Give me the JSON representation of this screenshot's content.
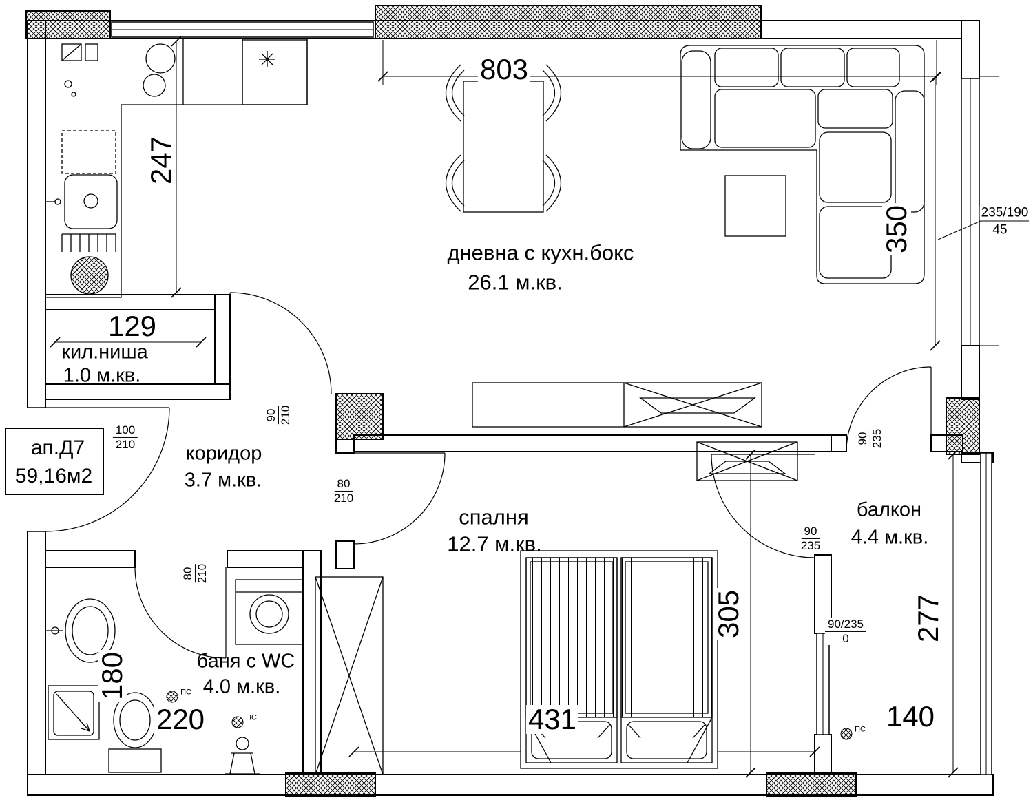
{
  "apartment": {
    "id": "ап.Д7",
    "area": "59,16м2"
  },
  "rooms": {
    "living": {
      "name": "дневна с кухн.бокс",
      "area": "26.1 м.кв."
    },
    "niche": {
      "name": "кил.ниша",
      "area": "1.0 м.кв."
    },
    "corridor": {
      "name": "коридор",
      "area": "3.7 м.кв."
    },
    "bedroom": {
      "name": "спалня",
      "area": "12.7 м.кв."
    },
    "bath": {
      "name": "баня с WC",
      "area": "4.0 м.кв."
    },
    "balcony": {
      "name": "балкон",
      "area": "4.4 м.кв."
    }
  },
  "dimensions": {
    "top_width": "803",
    "kitchen_depth": "247",
    "niche_width": "129",
    "living_window_height": "350",
    "bedroom_balcony_wall": "305",
    "balcony_height": "277",
    "bedroom_width": "431",
    "bath_width": "220",
    "bath_depth": "180",
    "balcony_width": "140"
  },
  "openings": {
    "entry_door": {
      "w": "100",
      "h": "210"
    },
    "kitchen_door": {
      "w": "90",
      "h": "210"
    },
    "bedroom_door": {
      "w": "80",
      "h": "210"
    },
    "bath_door": {
      "w": "80",
      "h": "210"
    },
    "balcony_door_living": {
      "w": "90",
      "h": "235"
    },
    "balcony_door_bedroom": {
      "w": "90",
      "h": "235"
    },
    "bedroom_french_window": {
      "w": "90/235",
      "h": "0"
    },
    "living_room_window": {
      "w": "235/190",
      "h": "45"
    }
  },
  "symbols": {
    "floor_drain": "ПС"
  },
  "colors": {
    "ink": "#000000",
    "paper": "#ffffff"
  }
}
